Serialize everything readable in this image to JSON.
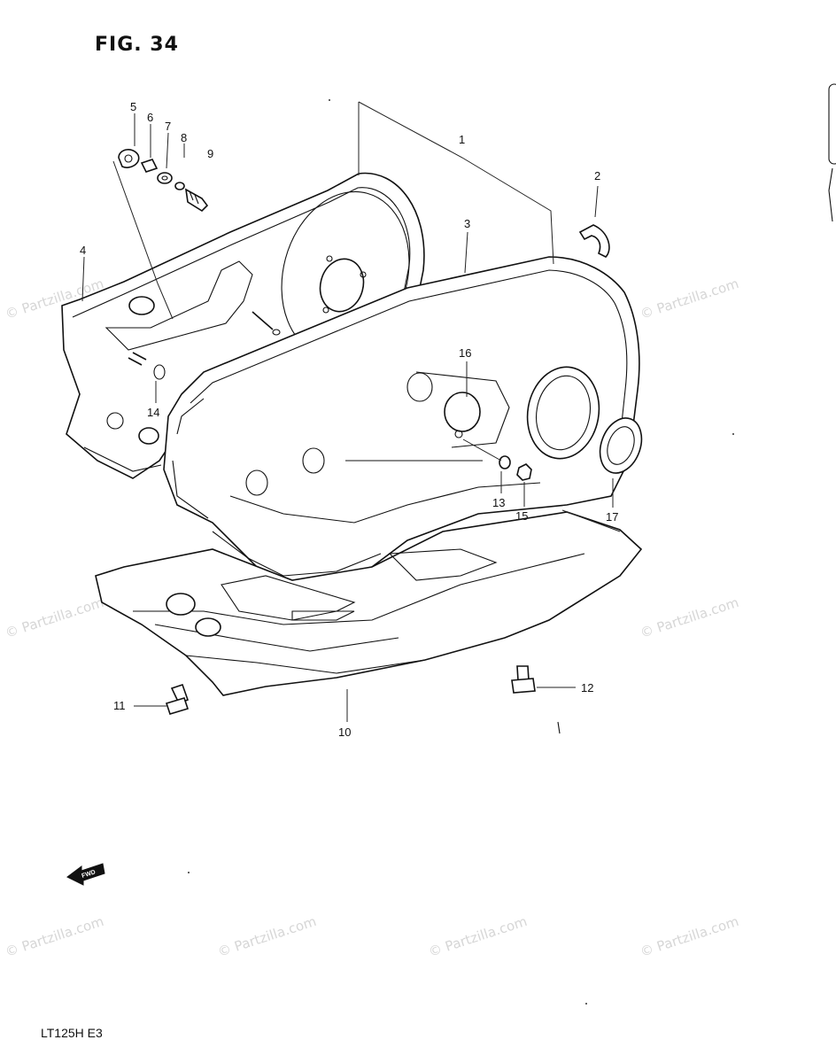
{
  "figure": {
    "title": "FIG. 34",
    "model_code": "LT125H E3"
  },
  "callouts": {
    "c1": "1",
    "c2": "2",
    "c3": "3",
    "c4": "4",
    "c5": "5",
    "c6": "6",
    "c7": "7",
    "c8": "8",
    "c9": "9",
    "c10": "10",
    "c11": "11",
    "c12": "12",
    "c13": "13",
    "c14": "14",
    "c15": "15",
    "c16": "16",
    "c17": "17"
  },
  "fwd_label": "FWD",
  "watermark": "© Partzilla.com"
}
